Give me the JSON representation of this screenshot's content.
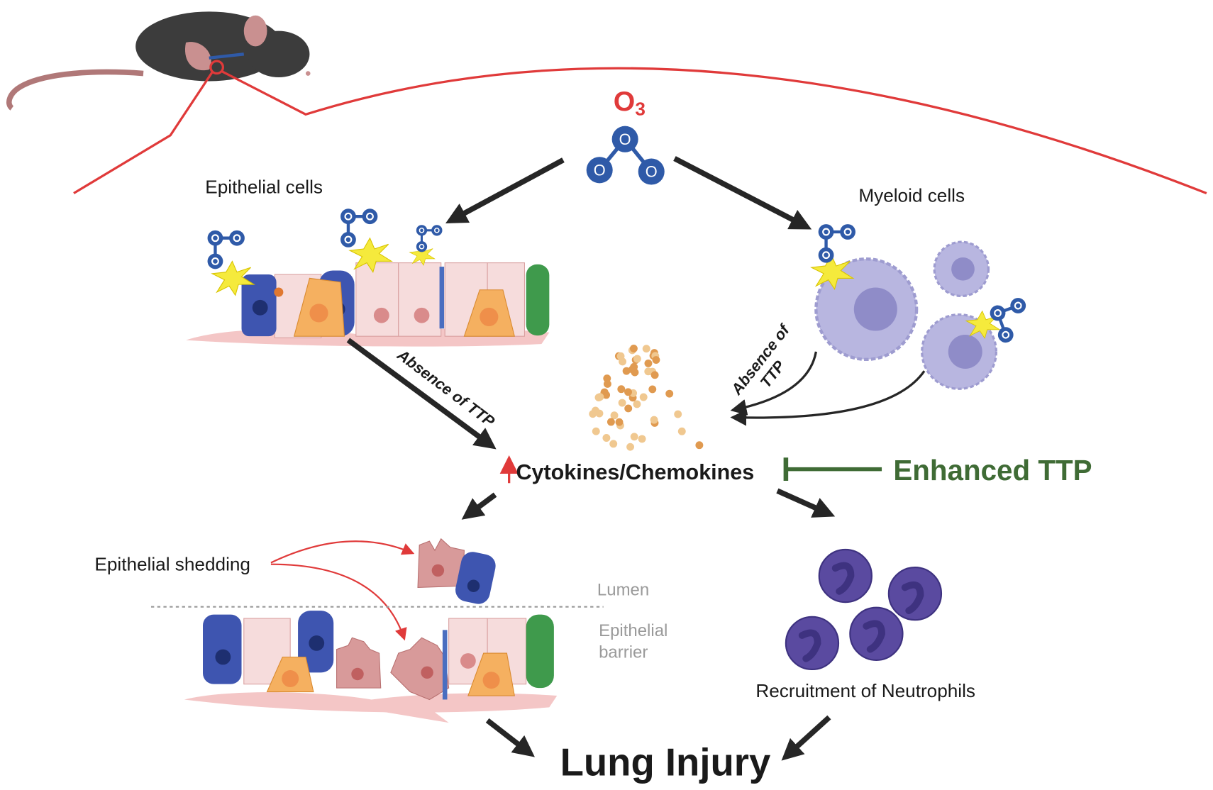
{
  "title": "",
  "ozone_label": "O",
  "ozone_subscript": "3",
  "atom_label": "O",
  "labels": {
    "epithelial_cells": "Epithelial cells",
    "myeloid_cells": "Myeloid cells",
    "absence_ttp_epithelial": "Absence of TTP",
    "absence_ttp_myeloid_line1": "Absence of",
    "absence_ttp_myeloid_line2": "TTP",
    "cytokines": "Cytokines/Chemokines",
    "enhanced_ttp": "Enhanced TTP",
    "epithelial_shedding": "Epithelial shedding",
    "lumen": "Lumen",
    "epithelial_barrier_line1": "Epithelial",
    "epithelial_barrier_line2": "barrier",
    "recruitment": "Recruitment of Neutrophils",
    "lung_injury": "Lung Injury"
  },
  "colors": {
    "ozone_red": "#e03a3a",
    "molecule_blue": "#2f5aa8",
    "inhibit_green": "#3f6b35",
    "arrow": "#262626",
    "neutrophil": "#5a4aa0",
    "myeloid": "#b8b6e0",
    "gray_text": "#9a9a9a"
  }
}
